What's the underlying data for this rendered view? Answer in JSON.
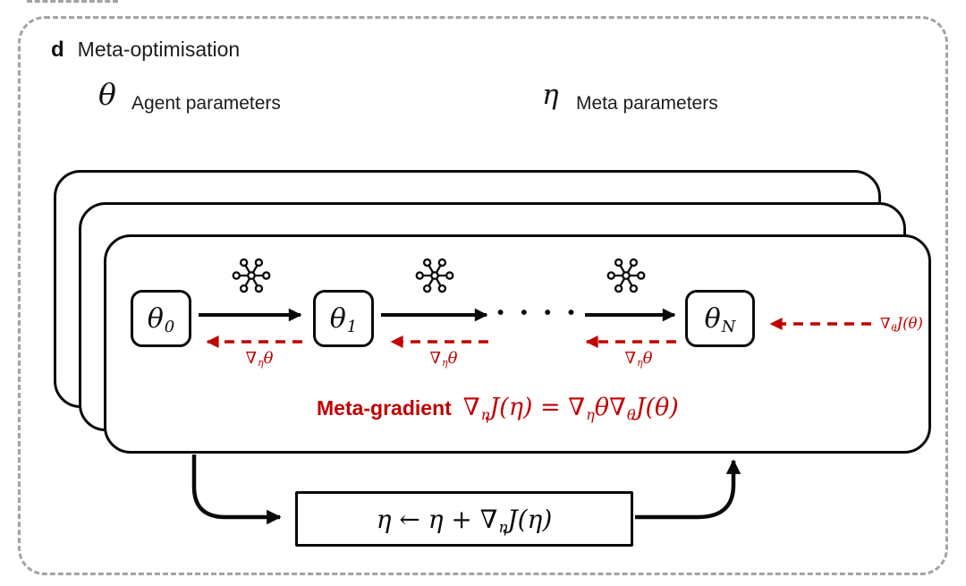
{
  "panel": {
    "label": "d",
    "title": "Meta-optimisation"
  },
  "legend": {
    "agent": {
      "symbol": "θ",
      "label": "Agent parameters"
    },
    "meta": {
      "symbol": "η",
      "label": "Meta parameters"
    }
  },
  "nodes": {
    "theta0": [
      [
        "θ"
      ],
      [
        "0",
        "sub"
      ]
    ],
    "theta1": [
      [
        "θ"
      ],
      [
        "1",
        "sub"
      ]
    ],
    "thetaN": [
      [
        "θ"
      ],
      [
        "N",
        "sub"
      ]
    ],
    "dots": "· · · ·"
  },
  "gradients": {
    "step_label": [
      [
        "∇"
      ],
      [
        "η",
        "sub"
      ],
      [
        "θ"
      ]
    ],
    "return_label": [
      [
        "∇"
      ],
      [
        "θ",
        "sub"
      ],
      [
        "J(θ)"
      ]
    ]
  },
  "meta_gradient": {
    "label": "Meta-gradient",
    "formula": [
      [
        "∇"
      ],
      [
        "η",
        "sub"
      ],
      [
        "J(η) = "
      ],
      [
        "∇"
      ],
      [
        "η",
        "sub"
      ],
      [
        "θ"
      ],
      [
        "∇"
      ],
      [
        "θ",
        "sub"
      ],
      [
        "J(θ)"
      ]
    ]
  },
  "update": {
    "formula": [
      [
        "η ← η + ∇"
      ],
      [
        "η",
        "sub"
      ],
      [
        "J(η)"
      ]
    ]
  },
  "icons": {
    "network_graph": "network-graph-icon"
  },
  "colors": {
    "accent_red": "#c00000",
    "ink": "#0a0a0a",
    "frame_gray": "#a3a3a3"
  }
}
